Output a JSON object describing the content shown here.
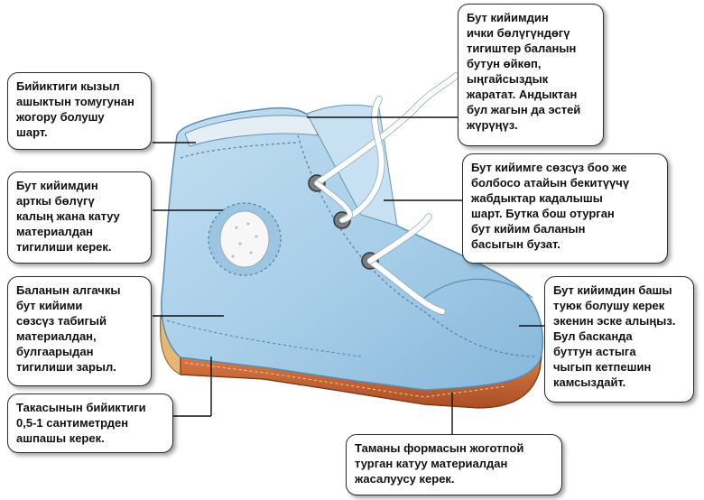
{
  "colors": {
    "leather": "#a9cfe8",
    "leather_shade": "#7fb0d3",
    "sole": "#c8673a",
    "heel_cork": "#e3b46a",
    "lace": "#ffffff",
    "connector": "#111111"
  },
  "callouts": {
    "c1": "Бийиктиги кызыл\nашыктын томугунан\nжогору болушу\nшарт.",
    "c2": "Бут кийимдин\nарткы бөлүгү\nкалың жана катуу\nматериалдан\nтигилиши керек.",
    "c3": "Баланын алгачкы\nбут кийими\nсөзсүз табигый\nматериалдан,\nбулгаарыдан\nтигилиши зарыл.",
    "c4": "Такасынын бийиктиги\n0,5-1 сантиметрден\nашпашы керек.",
    "c5": "Бут кийимдин\nички бөлүгүндөгү\nтигиштер баланын\nбутун өйкөп,\nыңгайсыздык\nжаратат. Андыктан\nбул жагын да эстей\nжүрүңүз.",
    "c6": "Бут кийимге сөзсүз боо же\nболбосо атайын бекитүүчү\nжабдыктар кадалышы\nшарт. Бутка бош отурган\nбут кийим баланын\nбасыгын бузат.",
    "c7": "Бут кийимдин башы\nтуюк болушу керек\nэкенин эске алыңыз.\nБул басканда\nбуттун астыга\nчыгып кетпешин\nкамсыздайт.",
    "c8": "Таманы формасын жоготпой\nтурган катуу материалдан\nжасалуусу керек."
  }
}
